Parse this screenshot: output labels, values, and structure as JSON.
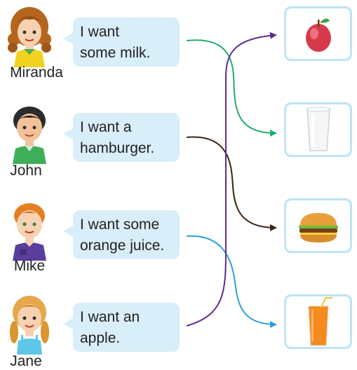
{
  "people": [
    {
      "name": "Miranda",
      "speech": [
        "I want",
        "some milk."
      ]
    },
    {
      "name": "John",
      "speech": [
        "I want a",
        "hamburger."
      ]
    },
    {
      "name": "Mike",
      "speech": [
        "I want some",
        "orange juice."
      ]
    },
    {
      "name": "Jane",
      "speech": [
        "I want an",
        "apple."
      ]
    }
  ],
  "pictures": [
    "apple",
    "glass of milk",
    "hamburger",
    "orange juice"
  ],
  "colors": {
    "bubble": "#d8eef8",
    "card_border": "#bfe3f3",
    "line_miranda": "#1fae70",
    "line_john": "#3b2314",
    "line_mike": "#2ba0d9",
    "line_jane": "#5b2d8c"
  }
}
